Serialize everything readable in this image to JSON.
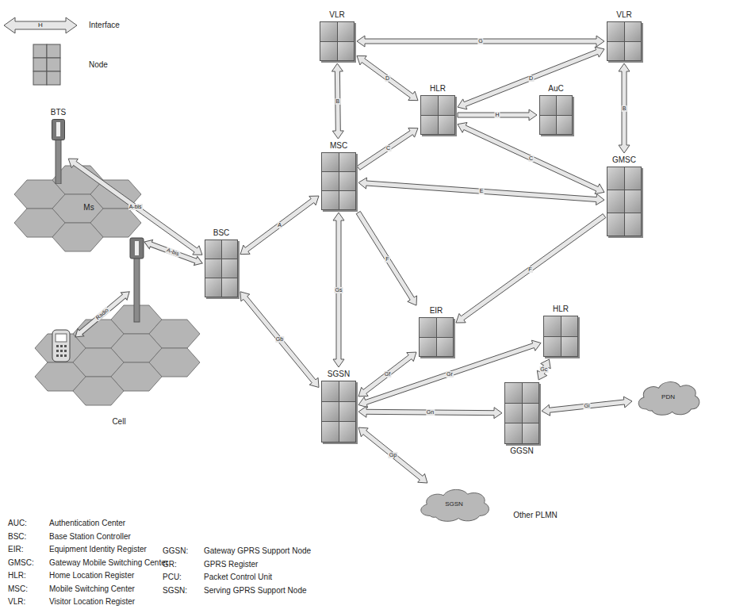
{
  "diagram": {
    "nodes": [
      {
        "text": [
          "VLR"
        ]
      },
      {
        "text": [
          "VLR"
        ]
      },
      {
        "text": [
          "HLR"
        ]
      },
      {
        "text": [
          "AuC"
        ]
      },
      {
        "text": [
          "MSC"
        ]
      },
      {
        "text": [
          "GMSC"
        ]
      },
      {
        "text": [
          "BTS"
        ]
      },
      {
        "text": [
          "BSC"
        ]
      },
      {
        "text": [
          "EIR"
        ]
      },
      {
        "text": [
          "HLR"
        ]
      },
      {
        "text": [
          "SGSN"
        ]
      },
      {
        "text": [
          "GGSN"
        ]
      },
      {
        "text": [
          "PDN"
        ]
      },
      {
        "text": [
          "SGSN"
        ]
      }
    ],
    "edges": [
      {
        "from": 0,
        "to": 1,
        "label": "G",
        "arrow": "both"
      },
      {
        "from": 0,
        "to": 4,
        "label": "B",
        "arrow": "both"
      },
      {
        "from": 0,
        "to": 2,
        "label": "D",
        "arrow": "both"
      },
      {
        "from": 2,
        "to": 1,
        "label": "D",
        "arrow": "both"
      },
      {
        "from": 2,
        "to": 3,
        "label": "H",
        "arrow": "to"
      },
      {
        "from": 4,
        "to": 2,
        "label": "C",
        "arrow": "to"
      },
      {
        "from": 2,
        "to": 5,
        "label": "C",
        "arrow": "both"
      },
      {
        "from": 4,
        "to": 5,
        "label": "E",
        "arrow": "both"
      },
      {
        "from": 1,
        "to": 5,
        "label": "B",
        "arrow": "both"
      },
      {
        "from": 7,
        "to": 4,
        "label": "A",
        "arrow": "both"
      },
      {
        "from": 4,
        "to": 10,
        "label": "Gs",
        "arrow": "both"
      },
      {
        "from": 4,
        "to": 8,
        "label": "F",
        "arrow": "to"
      },
      {
        "from": 5,
        "to": 8,
        "label": "F",
        "arrow": "to"
      },
      {
        "from": 6,
        "to": 7,
        "label": "A-bis",
        "arrow": "both"
      },
      {
        "from": 7,
        "to": 10,
        "label": "Gb",
        "arrow": "both"
      },
      {
        "from": 10,
        "to": 8,
        "label": "Gf",
        "arrow": "both"
      },
      {
        "from": 10,
        "to": 9,
        "label": "Gr",
        "arrow": "both"
      },
      {
        "from": 10,
        "to": 11,
        "label": "Gn",
        "arrow": "both"
      },
      {
        "from": 11,
        "to": 9,
        "label": "Gc",
        "arrow": "both"
      },
      {
        "from": 11,
        "to": 12,
        "label": "Gi",
        "arrow": "both"
      },
      {
        "from": 10,
        "to": 13,
        "label": "Gp",
        "arrow": "both"
      }
    ],
    "labels": [
      "H",
      "Ms",
      "A-bis",
      "Radio",
      "Cell",
      "Other PLMN",
      "AUC:",
      "Authentication Center",
      "BSC:",
      "Base Station Controller",
      "EIR:",
      "Equipment Identity Register",
      "GMSC:",
      "Gateway Mobile Switching Center",
      "HLR:",
      "Home Location Register",
      "MSC:",
      "Mobile Switching Center",
      "VLR:",
      "Visitor Location Register",
      "GGSN:",
      "Gateway GPRS Support Node",
      "GR:",
      "GPRS Register",
      "PCU:",
      "Packet Control Unit",
      "SGSN:",
      "Serving GPRS Support Node"
    ],
    "legend": [
      {
        "text": "Interface"
      },
      {
        "text": "Node"
      }
    ]
  }
}
